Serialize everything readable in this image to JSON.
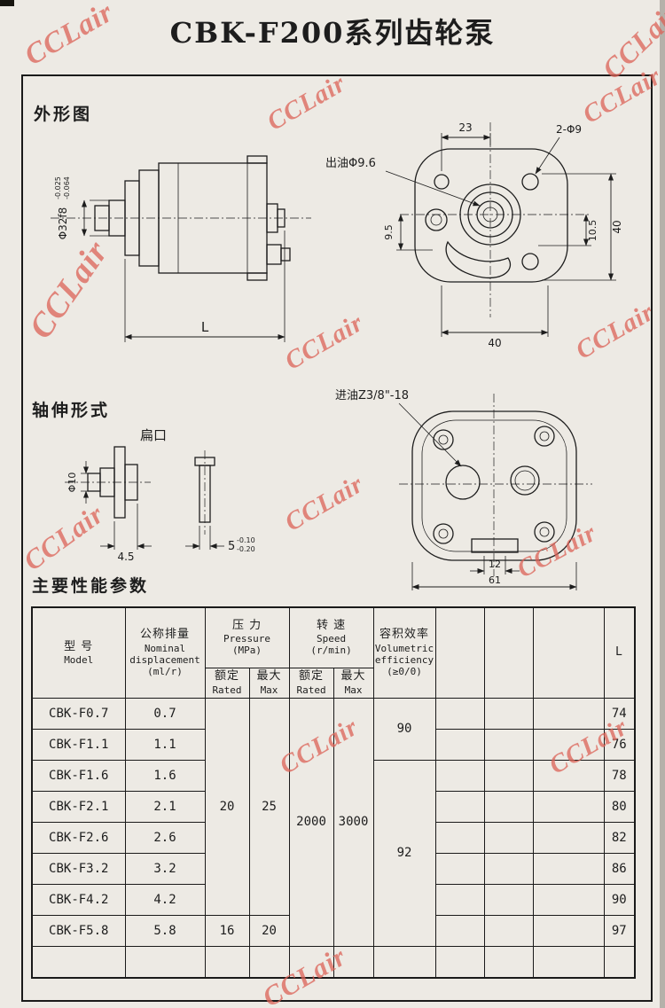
{
  "page": {
    "title": "CBK-F200系列齿轮泵",
    "watermark_text": "CCLair",
    "watermark_color": "#dc6257",
    "paper_color": "#edeae4",
    "ink_color": "#1d1d1d"
  },
  "sections": {
    "outline_heading": "外形图",
    "shaft_heading": "轴伸形式",
    "params_heading": "主要性能参数"
  },
  "side_view": {
    "shaft_dia": "Φ32f8",
    "shaft_tol_upper": "-0.025",
    "shaft_tol_lower": "-0.064",
    "length_label": "L"
  },
  "front_view": {
    "outlet_label": "出油Φ9.6",
    "dim_top": "23",
    "holes_label": "2-Φ9",
    "dim_left": "9.5",
    "dim_right": "10.5",
    "dim_height": "40",
    "dim_width": "40"
  },
  "shaft_view": {
    "flat_label": "扁口",
    "dia_label": "Φ10",
    "hub_dim": "4.5",
    "flat_dim": "5",
    "flat_tol_upper": "-0.10",
    "flat_tol_lower": "-0.20"
  },
  "rear_view": {
    "inlet_label": "进油Z3/8\"-18",
    "dim_small": "12",
    "dim_overall": "61"
  },
  "table": {
    "header": {
      "model_cn": "型  号",
      "model_en": "Model",
      "disp_cn": "公称排量",
      "disp_en1": "Nominal",
      "disp_en2": "displacement",
      "disp_unit": "(ml/r)",
      "pressure_cn": "压  力",
      "pressure_en": "Pressure",
      "pressure_unit": "(MPa)",
      "speed_cn": "转  速",
      "speed_en": "Speed",
      "speed_unit": "(r/min)",
      "rated_cn": "额定",
      "rated_en": "Rated",
      "max_cn": "最大",
      "max_en": "Max",
      "eff_cn": "容积效率",
      "eff_en1": "Volumetric",
      "eff_en2": "efficiency",
      "eff_unit": "(≥0/0)",
      "length": "L"
    },
    "merged": {
      "pressure_rated_main": "20",
      "pressure_max_main": "25",
      "pressure_rated_last": "16",
      "pressure_max_last": "20",
      "speed_rated": "2000",
      "speed_max": "3000",
      "efficiency_top": "90",
      "efficiency_bottom": "92"
    },
    "rows": [
      {
        "model": "CBK-F0.7",
        "displacement": "0.7",
        "length": "74"
      },
      {
        "model": "CBK-F1.1",
        "displacement": "1.1",
        "length": "76"
      },
      {
        "model": "CBK-F1.6",
        "displacement": "1.6",
        "length": "78"
      },
      {
        "model": "CBK-F2.1",
        "displacement": "2.1",
        "length": "80"
      },
      {
        "model": "CBK-F2.6",
        "displacement": "2.6",
        "length": "82"
      },
      {
        "model": "CBK-F3.2",
        "displacement": "3.2",
        "length": "86"
      },
      {
        "model": "CBK-F4.2",
        "displacement": "4.2",
        "length": "90"
      },
      {
        "model": "CBK-F5.8",
        "displacement": "5.8",
        "length": "97"
      }
    ]
  }
}
